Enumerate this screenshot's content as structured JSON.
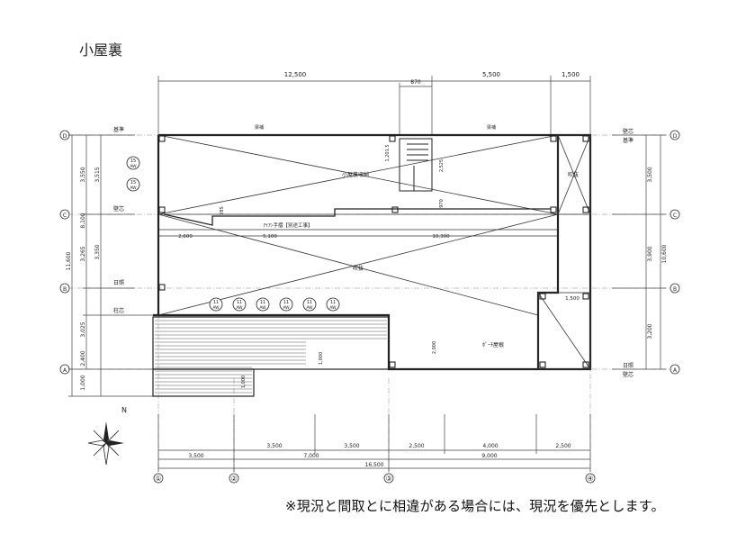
{
  "title": "小屋裏",
  "note": "※現況と間取とに相違がある場合には、現況を優先とします。",
  "dims_top": {
    "total_left": "12,500",
    "total_mid": "5,500",
    "total_right": "1,500",
    "small": "870"
  },
  "dims_bottom": {
    "row1": [
      "3,500",
      "3,500",
      "2,500",
      "4,000",
      "2,500"
    ],
    "row2": [
      "3,500",
      "7,000",
      "9,000"
    ],
    "total": "16,500"
  },
  "dims_left": {
    "outer": "11,600",
    "mid": "8,100",
    "a": "3,550",
    "b": "3,515",
    "c": "3,265",
    "d": "3,350",
    "e": "3,025",
    "f": "2,400",
    "g": "1,000"
  },
  "dims_right": {
    "outer": "10,600",
    "a": "3,500",
    "b": "3,900",
    "c": "3,200"
  },
  "grid_cols": [
    "①",
    "②",
    "③",
    "④"
  ],
  "grid_rows": [
    "D",
    "C",
    "B",
    "A"
  ],
  "rooms": {
    "storage": "小屋裏収納",
    "void_large": "吹抜",
    "void_small": "吹抜",
    "porch_roof": "ﾎﾟｰﾁ屋根",
    "handrail": "ｱｲｱﾝ手摺【別途工事】",
    "beam_1": "梁補",
    "beam_2": "梁補"
  },
  "inner_dims": {
    "h1": "2,600",
    "h2": "5,100",
    "h3": "10,300",
    "stair_w": "1,201.5",
    "stair_h": "2,525",
    "v1": "970",
    "v2": "285",
    "v3": "2,000",
    "v4": "1,000",
    "v5": "1,000",
    "v6": "1,500"
  },
  "level_labels": {
    "left_1": "基準",
    "left_2": "壁芯",
    "left_3": "日照",
    "left_4": "柱芯",
    "right_1": "壁芯",
    "right_2": "基準",
    "right_3": "日照",
    "right_4": "壁芯"
  },
  "aw_label": "AW",
  "aw_numbers": [
    "15",
    "15",
    "11",
    "11",
    "11",
    "11",
    "11",
    "11"
  ],
  "north_label": "N"
}
